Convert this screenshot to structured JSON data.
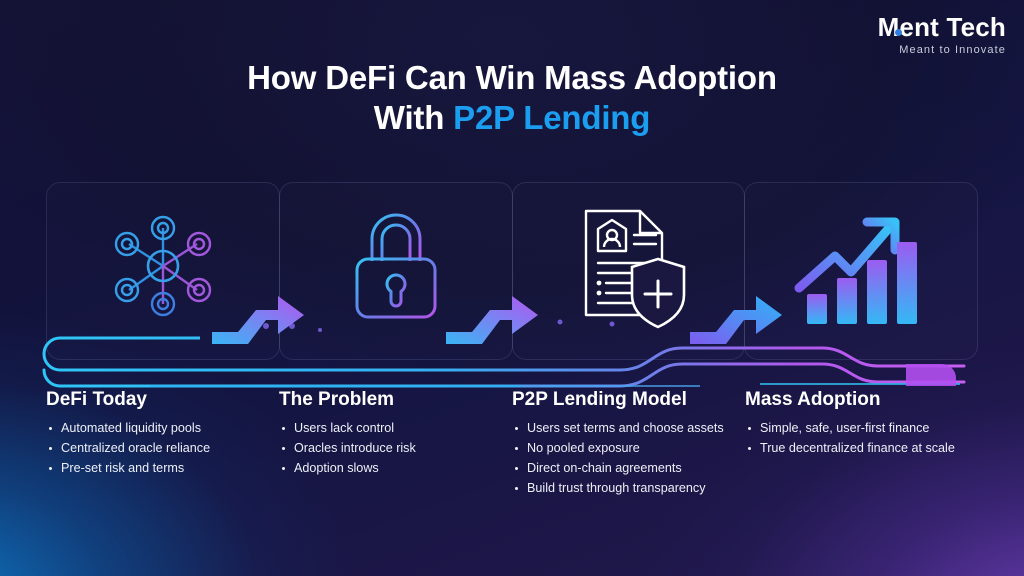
{
  "logo": {
    "name": "Ment Tech",
    "tagline": "Meant to Innovate",
    "dot_color": "#2f7ee0"
  },
  "title": {
    "line1": "How DeFi Can Win Mass Adoption",
    "line2_prefix": "With ",
    "line2_accent": "P2P Lending",
    "accent_color": "#1b9df0"
  },
  "palette": {
    "background_top": "#131233",
    "glow_blue": "#0d7ac8",
    "glow_purple": "#7a46c8",
    "cyan": "#29b6f6",
    "purple": "#a855f7",
    "text": "#eef0f8"
  },
  "panels": [
    {
      "icon": "network-nodes-icon"
    },
    {
      "icon": "padlock-icon"
    },
    {
      "icon": "document-shield-icon"
    },
    {
      "icon": "growth-bar-chart-icon"
    }
  ],
  "arrows": [
    {
      "name": "step-arrow-1"
    },
    {
      "name": "step-arrow-2"
    },
    {
      "name": "step-arrow-3"
    }
  ],
  "columns": [
    {
      "heading": "DeFi Today",
      "bullets": [
        "Automated liquidity pools",
        "Centralized oracle reliance",
        "Pre-set risk and terms"
      ]
    },
    {
      "heading": "The Problem",
      "bullets": [
        "Users lack control",
        "Oracles introduce risk",
        "Adoption slows"
      ]
    },
    {
      "heading": "P2P Lending Model",
      "bullets": [
        "Users set terms and choose assets",
        "No pooled exposure",
        "Direct on-chain agreements",
        "Build trust through transparency"
      ]
    },
    {
      "heading": "Mass Adoption",
      "bullets": [
        "Simple, safe, user-first finance",
        "True decentralized finance at scale"
      ]
    }
  ]
}
